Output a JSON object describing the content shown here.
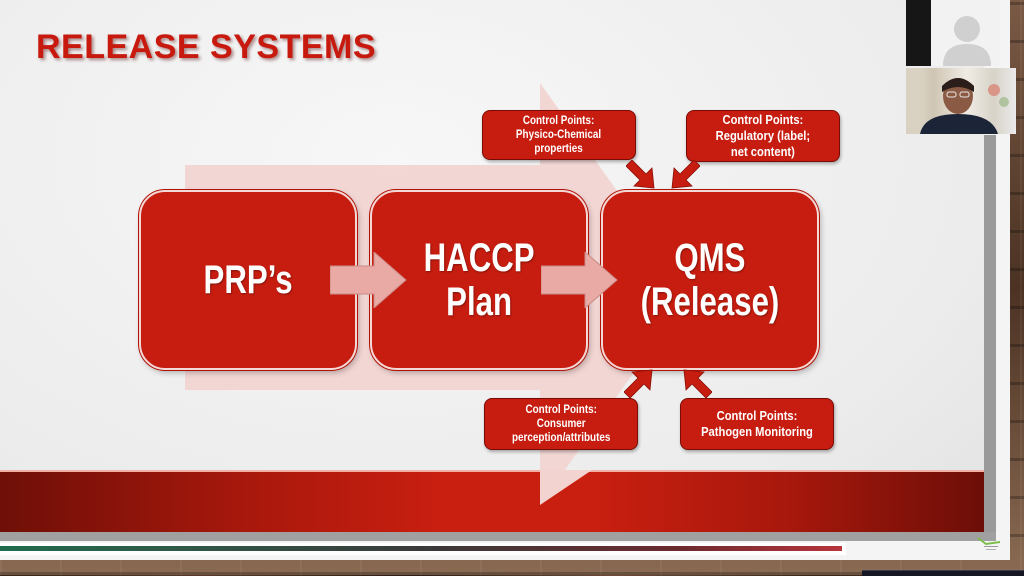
{
  "slide": {
    "title": "RELEASE SYSTEMS",
    "flow": [
      {
        "id": "prps",
        "label": "PRP’s"
      },
      {
        "id": "haccp",
        "label": "HACCP\nPlan"
      },
      {
        "id": "qms",
        "label": "QMS\n(Release)"
      }
    ],
    "control_points": [
      {
        "id": "physico-chemical",
        "position": "top-left",
        "text": "Control Points:\nPhysico-Chemical\nproperties"
      },
      {
        "id": "regulatory",
        "position": "top-right",
        "text": "Control Points:\nRegulatory (label;\nnet content)"
      },
      {
        "id": "consumer",
        "position": "bottom-left",
        "text": "Control Points:\nConsumer\nperception/attributes"
      },
      {
        "id": "pathogen",
        "position": "bottom-right",
        "text": "Control Points:\nPathogen Monitoring"
      }
    ],
    "colors": {
      "accent_red": "#c71d10",
      "title_red": "#c8190f",
      "background_arrow": "#f2d3d0",
      "flow_arrow": "#e9a9a4"
    }
  },
  "video_call": {
    "participants": [
      {
        "id": "participant-1",
        "video": "off",
        "avatar": "default-person-icon"
      },
      {
        "id": "participant-2",
        "video": "on"
      }
    ]
  }
}
